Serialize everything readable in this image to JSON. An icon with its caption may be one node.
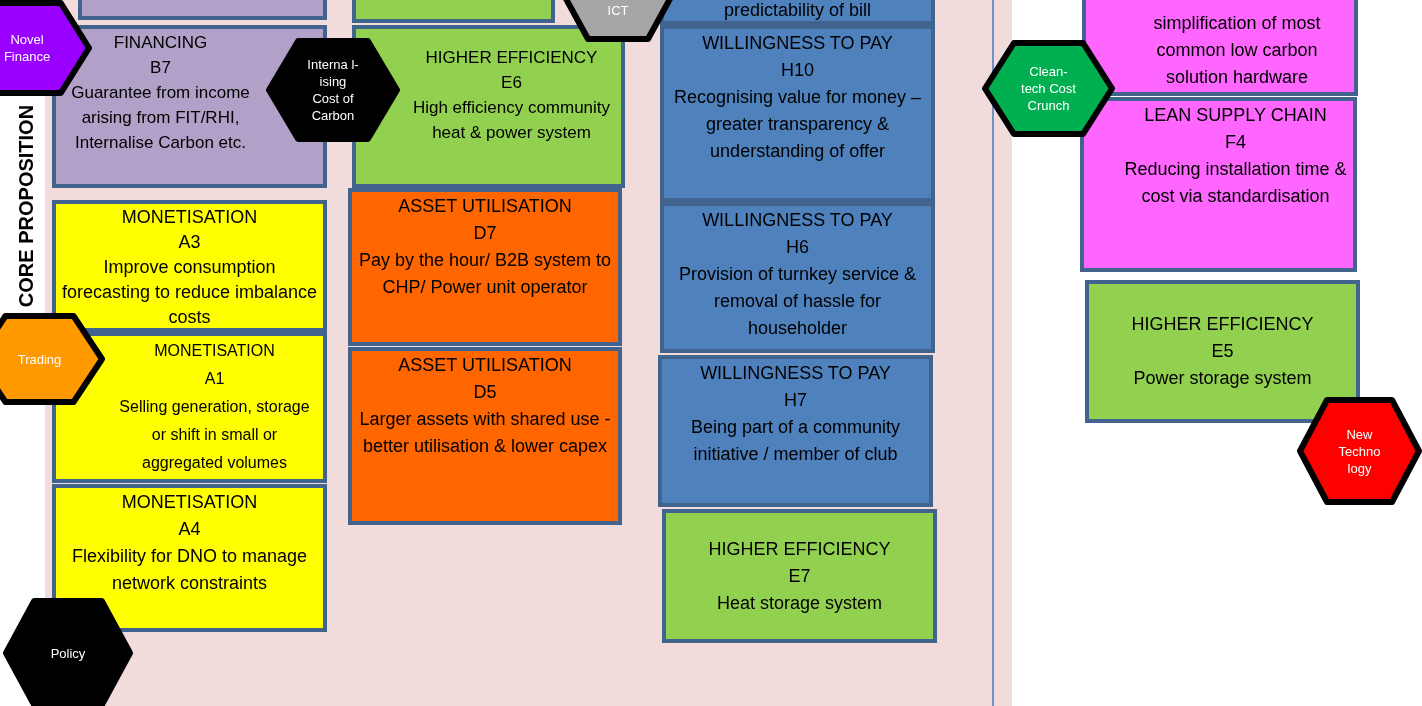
{
  "diagram": {
    "nodes": [
      {
        "text": [],
        "shape": "box"
      },
      {
        "text": [],
        "shape": "box"
      },
      {
        "text": [
          "ICT"
        ]
      },
      {
        "text": [
          "predictability of bill"
        ]
      },
      {
        "text": [
          "simplification of most common low carbon solution hardware"
        ]
      },
      {
        "text": [
          "Novel Finance"
        ]
      },
      {
        "text": [
          "FINANCING",
          "B7",
          "Guarantee from income arising from FIT/RHI, Internalise Carbon etc."
        ]
      },
      {
        "text": [
          "Interna l-ising Cost of Carbon"
        ]
      },
      {
        "text": [
          "HIGHER EFFICIENCY",
          "E6",
          "High efficiency community heat & power system"
        ]
      },
      {
        "text": [
          "WILLINGNESS TO PAY",
          "H10",
          "Recognising value for money – greater transparency & understanding of offer"
        ]
      },
      {
        "text": [
          "Clean-tech Cost Crunch"
        ]
      },
      {
        "text": [
          "LEAN SUPPLY CHAIN",
          "F4",
          "Reducing installation time & cost via standardisation"
        ]
      },
      {
        "text": [
          "MONETISATION",
          "A3",
          "Improve consumption forecasting to reduce imbalance costs"
        ]
      },
      {
        "text": [
          "ASSET UTILISATION",
          "D7",
          "Pay by the hour/ B2B system to CHP/ Power unit operator"
        ]
      },
      {
        "text": [
          "WILLINGNESS TO PAY",
          "H6",
          "Provision of turnkey service & removal of hassle for householder"
        ]
      },
      {
        "text": [
          "HIGHER EFFICIENCY",
          "E5",
          "Power storage system"
        ]
      },
      {
        "text": [
          "Trading"
        ]
      },
      {
        "text": [
          "MONETISATION",
          "A1",
          "Selling generation, storage or shift in small or aggregated volumes"
        ]
      },
      {
        "text": [
          "ASSET UTILISATION",
          "D5",
          "Larger assets with shared use - better utilisation & lower capex"
        ]
      },
      {
        "text": [
          "WILLINGNESS TO PAY",
          "H7",
          "Being part of a community initiative / member of club"
        ]
      },
      {
        "text": [
          "New Techno logy"
        ]
      },
      {
        "text": [
          "MONETISATION",
          "A4",
          "Flexibility for DNO to manage network constraints"
        ]
      },
      {
        "text": [
          "HIGHER EFFICIENCY",
          "E7",
          "Heat storage system"
        ]
      },
      {
        "text": [
          "Policy"
        ]
      }
    ],
    "edges": [],
    "labels": [
      "CORE PROPOSITION"
    ]
  }
}
